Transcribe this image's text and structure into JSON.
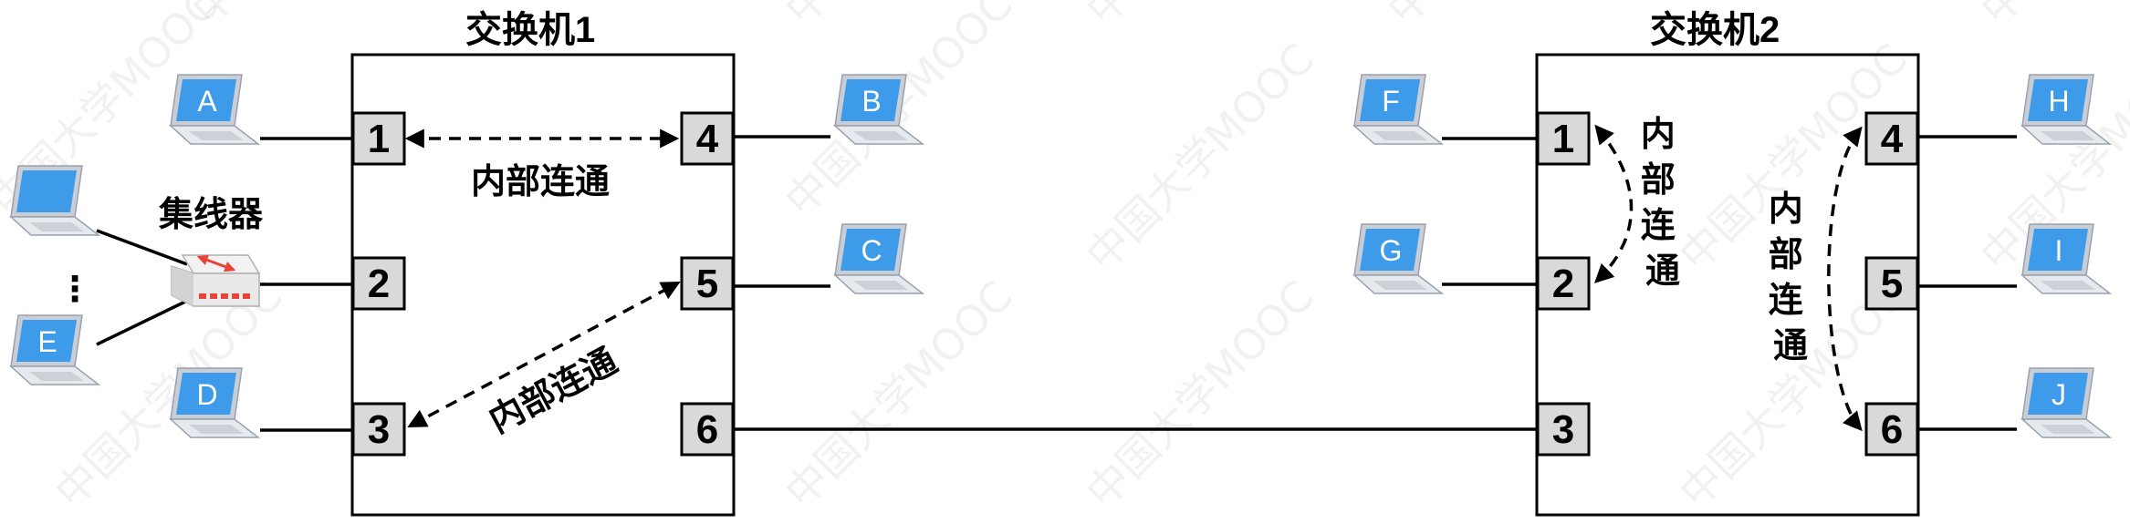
{
  "switches": [
    {
      "title": "交换机1",
      "ports": [
        "1",
        "2",
        "3",
        "4",
        "5",
        "6"
      ]
    },
    {
      "title": "交换机2",
      "ports": [
        "1",
        "2",
        "3",
        "4",
        "5",
        "6"
      ]
    }
  ],
  "hub": {
    "label": "集线器"
  },
  "hosts": [
    "A",
    "B",
    "C",
    "D",
    "E",
    "F",
    "G",
    "H",
    "I",
    "J"
  ],
  "ellipsis": "⋮",
  "internal_link_label": "内部连通",
  "watermark": "中国大学MOOC",
  "colors": {
    "laptop_screen": "#3d9be9",
    "laptop_frame": "#c9ced6",
    "port_fill": "#d9d9d9",
    "hub_arrow": "#e8443a",
    "hub_ports": "#e8443a"
  }
}
